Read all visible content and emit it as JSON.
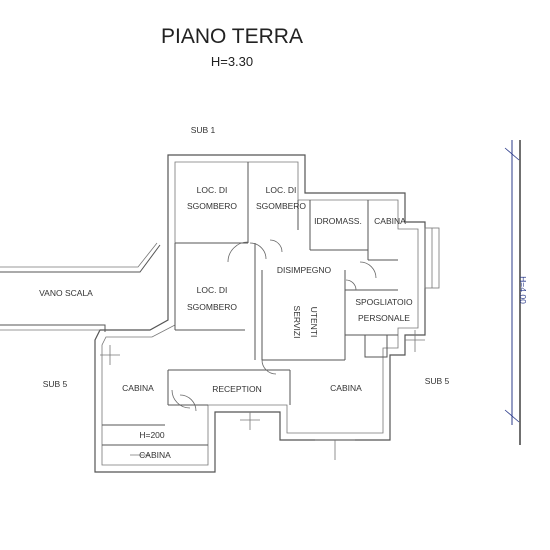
{
  "header": {
    "title": "PIANO TERRA",
    "height_note": "H=3.30"
  },
  "labels": {
    "sub1": "SUB 1",
    "sub5_left": "SUB 5",
    "sub5_right": "SUB 5",
    "vano_scala": "VANO SCALA",
    "loc1_l1": "LOC. DI",
    "loc1_l2": "SGOMBERO",
    "loc2_l1": "LOC. DI",
    "loc2_l2": "SGOMBERO",
    "loc3_l1": "LOC. DI",
    "loc3_l2": "SGOMBERO",
    "idromass": "IDROMASS.",
    "cabina_ne": "CABINA",
    "disimpegno": "DISIMPEGNO",
    "spogliatoio_l1": "SPOGLIATOIO",
    "spogliatoio_l2": "PERSONALE",
    "servizi_l1": "SERVIZI",
    "servizi_l2": "UTENTI",
    "cabina_w": "CABINA",
    "reception": "RECEPTION",
    "cabina_e": "CABINA",
    "h200": "H=200",
    "cabina_s": "CABINA",
    "h_dimension": "H=4.00"
  },
  "colors": {
    "wall": "#555555",
    "text": "#333333",
    "dimension_line": "#2a3a8a"
  }
}
